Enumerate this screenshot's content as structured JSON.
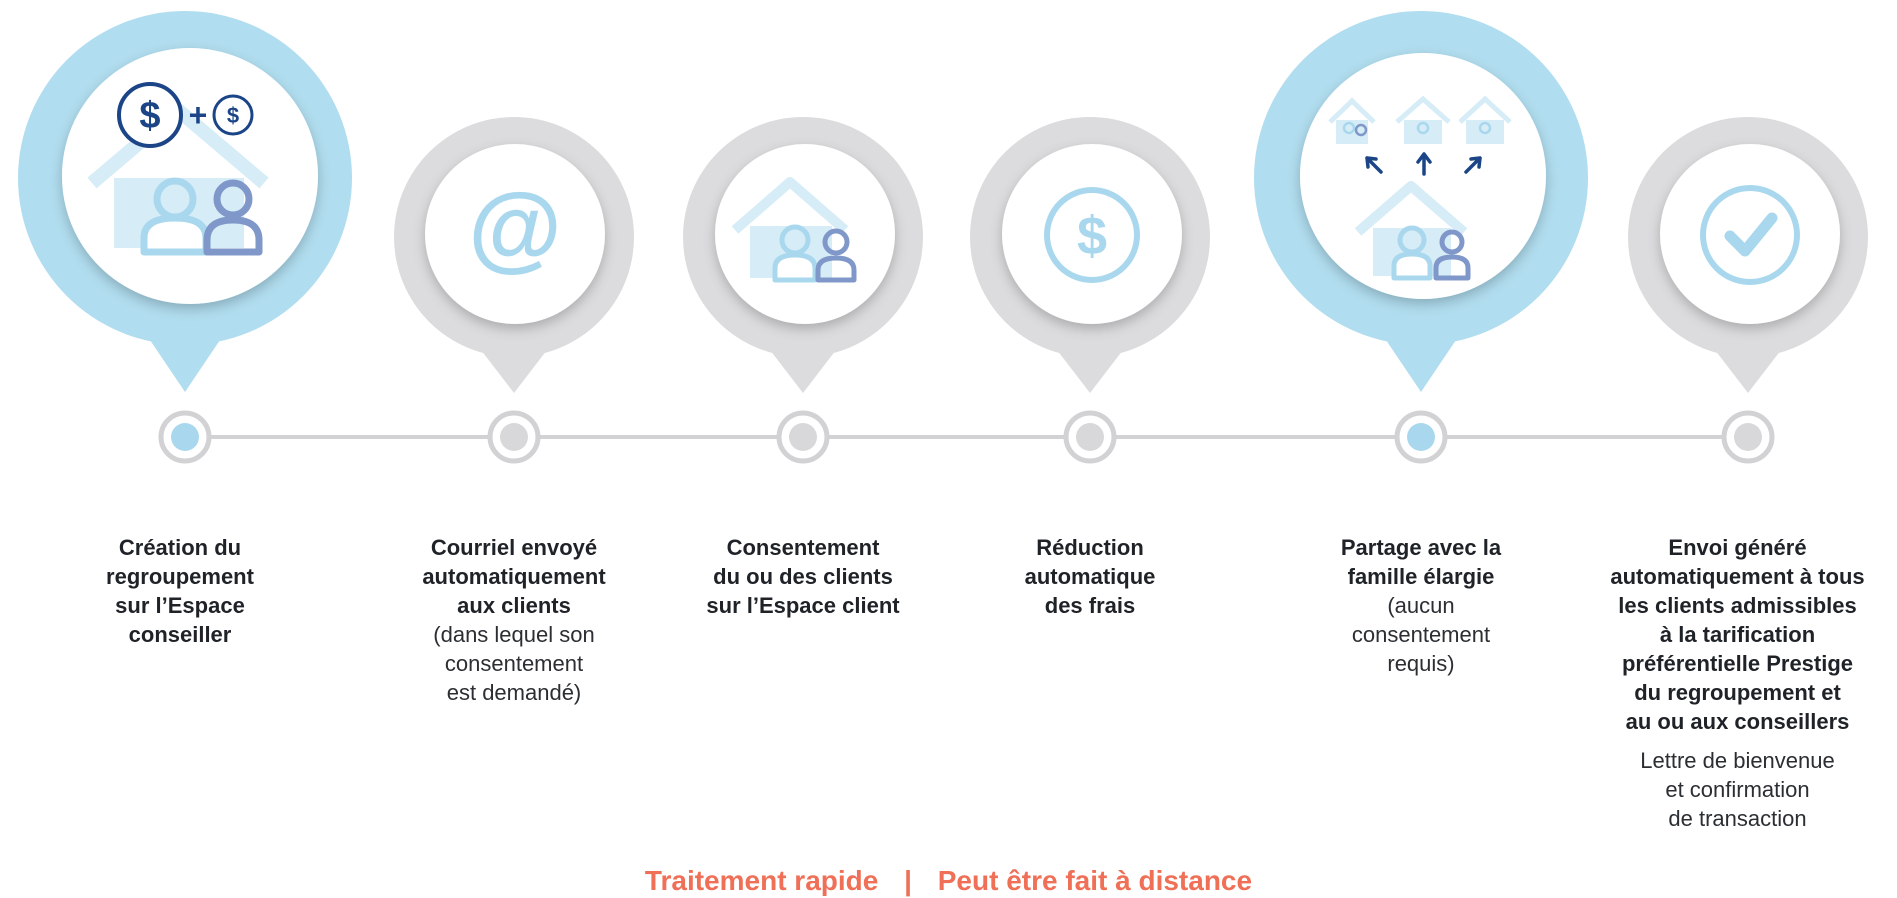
{
  "steps": [
    {
      "id": "creation",
      "highlight": true,
      "icon": "house-people-dollar-icon",
      "title": "Création du\nregroupement\nsur l’Espace\nconseiller",
      "subtitle": "",
      "note": ""
    },
    {
      "id": "courriel",
      "highlight": false,
      "icon": "at-sign-icon",
      "title": "Courriel envoyé\nautomatiquement\naux clients",
      "subtitle": "(dans lequel son\nconsentement\nest demandé)",
      "note": ""
    },
    {
      "id": "consentement",
      "highlight": false,
      "icon": "house-people-icon",
      "title": "Consentement\ndu ou des clients\nsur l’Espace client",
      "subtitle": "",
      "note": ""
    },
    {
      "id": "reduction",
      "highlight": false,
      "icon": "dollar-icon",
      "title": "Réduction\nautomatique\ndes frais",
      "subtitle": "",
      "note": ""
    },
    {
      "id": "partage",
      "highlight": true,
      "icon": "family-houses-icon",
      "title": "Partage avec la\nfamille élargie",
      "subtitle": "(aucun\nconsentement\nrequis)",
      "note": ""
    },
    {
      "id": "envoi",
      "highlight": false,
      "icon": "checkmark-icon",
      "title": "Envoi généré\nautomatiquement à tous\nles clients admissibles\nà la tarification\npréférentielle Prestige\ndu regroupement et\nau ou aux conseillers",
      "subtitle": "",
      "note": "Lettre de bienvenue\net confirmation\nde transaction"
    }
  ],
  "footer": {
    "left": "Traitement rapide",
    "separator": "|",
    "right": "Peut être fait à distance"
  },
  "colors": {
    "highlight_ring": "#b0ddef",
    "gray_ring": "#dcdcde",
    "icon_light": "#a9d8ee",
    "icon_pale": "#d6ecf7",
    "icon_dark_blue": "#1c4587",
    "icon_mid_blue": "#7f98c9",
    "timeline": "#d2d2d4",
    "footer": "#ef6f57"
  }
}
